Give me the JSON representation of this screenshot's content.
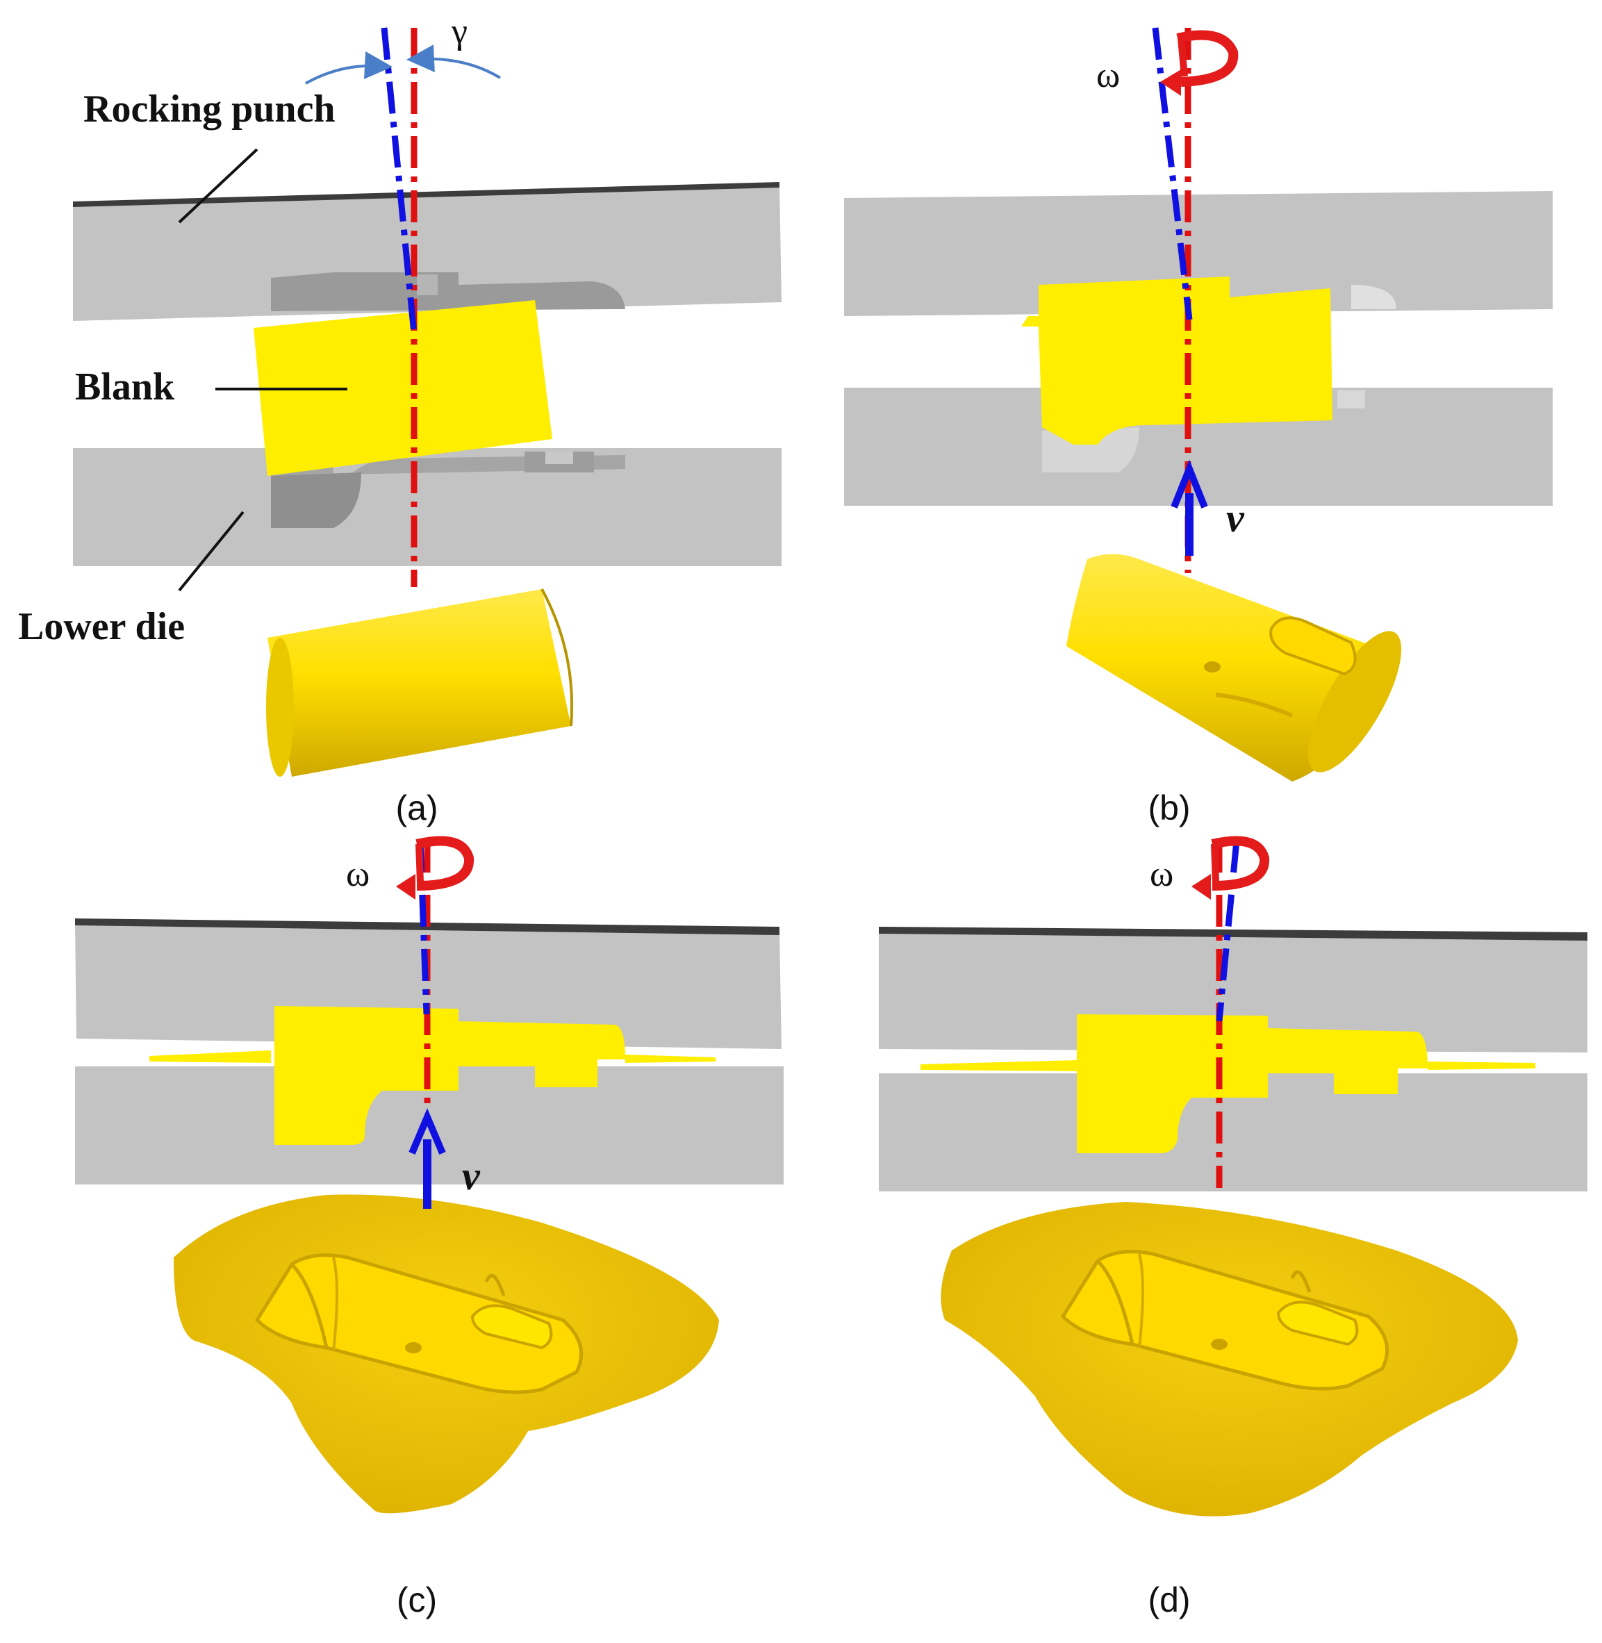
{
  "labels": {
    "rocking_punch": "Rocking punch",
    "blank": "Blank",
    "lower_die": "Lower die",
    "gamma": "γ",
    "omega": "ω",
    "velocity": "v"
  },
  "captions": [
    "(a)",
    "(b)",
    "(c)",
    "(d)"
  ],
  "colors": {
    "die_gray": "#c0c0c0",
    "die_edge": "#4a4a4a",
    "cavity_gray": "#a9a9a9",
    "blank_yellow": "#ffee00",
    "part_gold": "#f2c800",
    "part_shadow": "#c9a300",
    "axis_red": "#e01010",
    "axis_blue": "#1010e0",
    "rotation_red": "#e31b1b",
    "arrow_blue": "#1a56c8"
  }
}
